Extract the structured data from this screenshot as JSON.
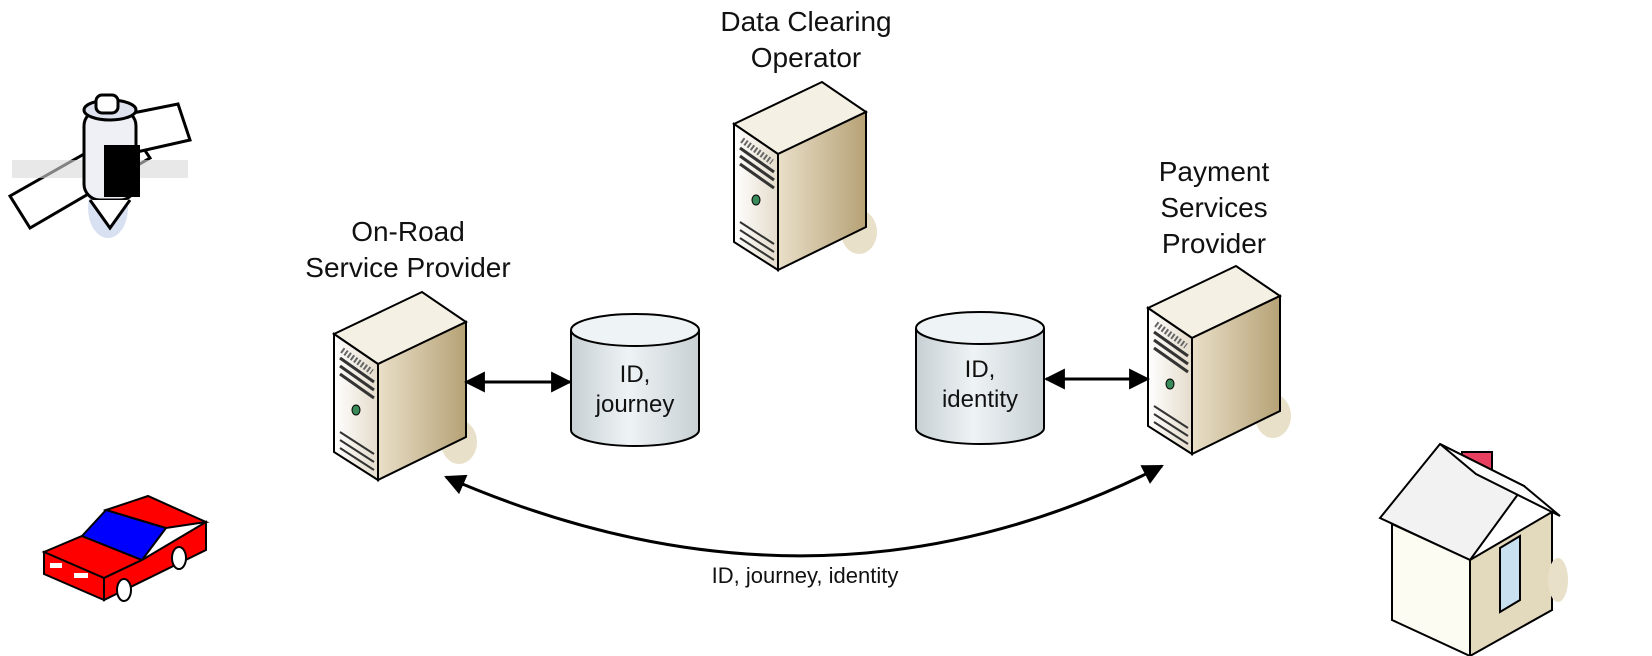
{
  "nodes": {
    "data_clearing_operator": {
      "line1": "Data Clearing",
      "line2": "Operator"
    },
    "on_road_service_provider": {
      "line1": "On-Road",
      "line2": "Service Provider"
    },
    "payment_services_provider": {
      "line1": "Payment",
      "line2": "Services",
      "line3": "Provider"
    }
  },
  "databases": {
    "journey_db": {
      "line1": "ID,",
      "line2": "journey"
    },
    "identity_db": {
      "line1": "ID,",
      "line2": "identity"
    }
  },
  "flow": {
    "label": "ID, journey, identity"
  },
  "icons": [
    "satellite-icon",
    "car-icon",
    "house-icon",
    "server-icon",
    "database-icon"
  ],
  "colors": {
    "server_face": "#d8c9a6",
    "server_side": "#b6a276",
    "car_body": "#ff0000",
    "car_glass": "#0000ff",
    "db_fill": "#dde6ea",
    "house_chimney": "#e84060"
  }
}
